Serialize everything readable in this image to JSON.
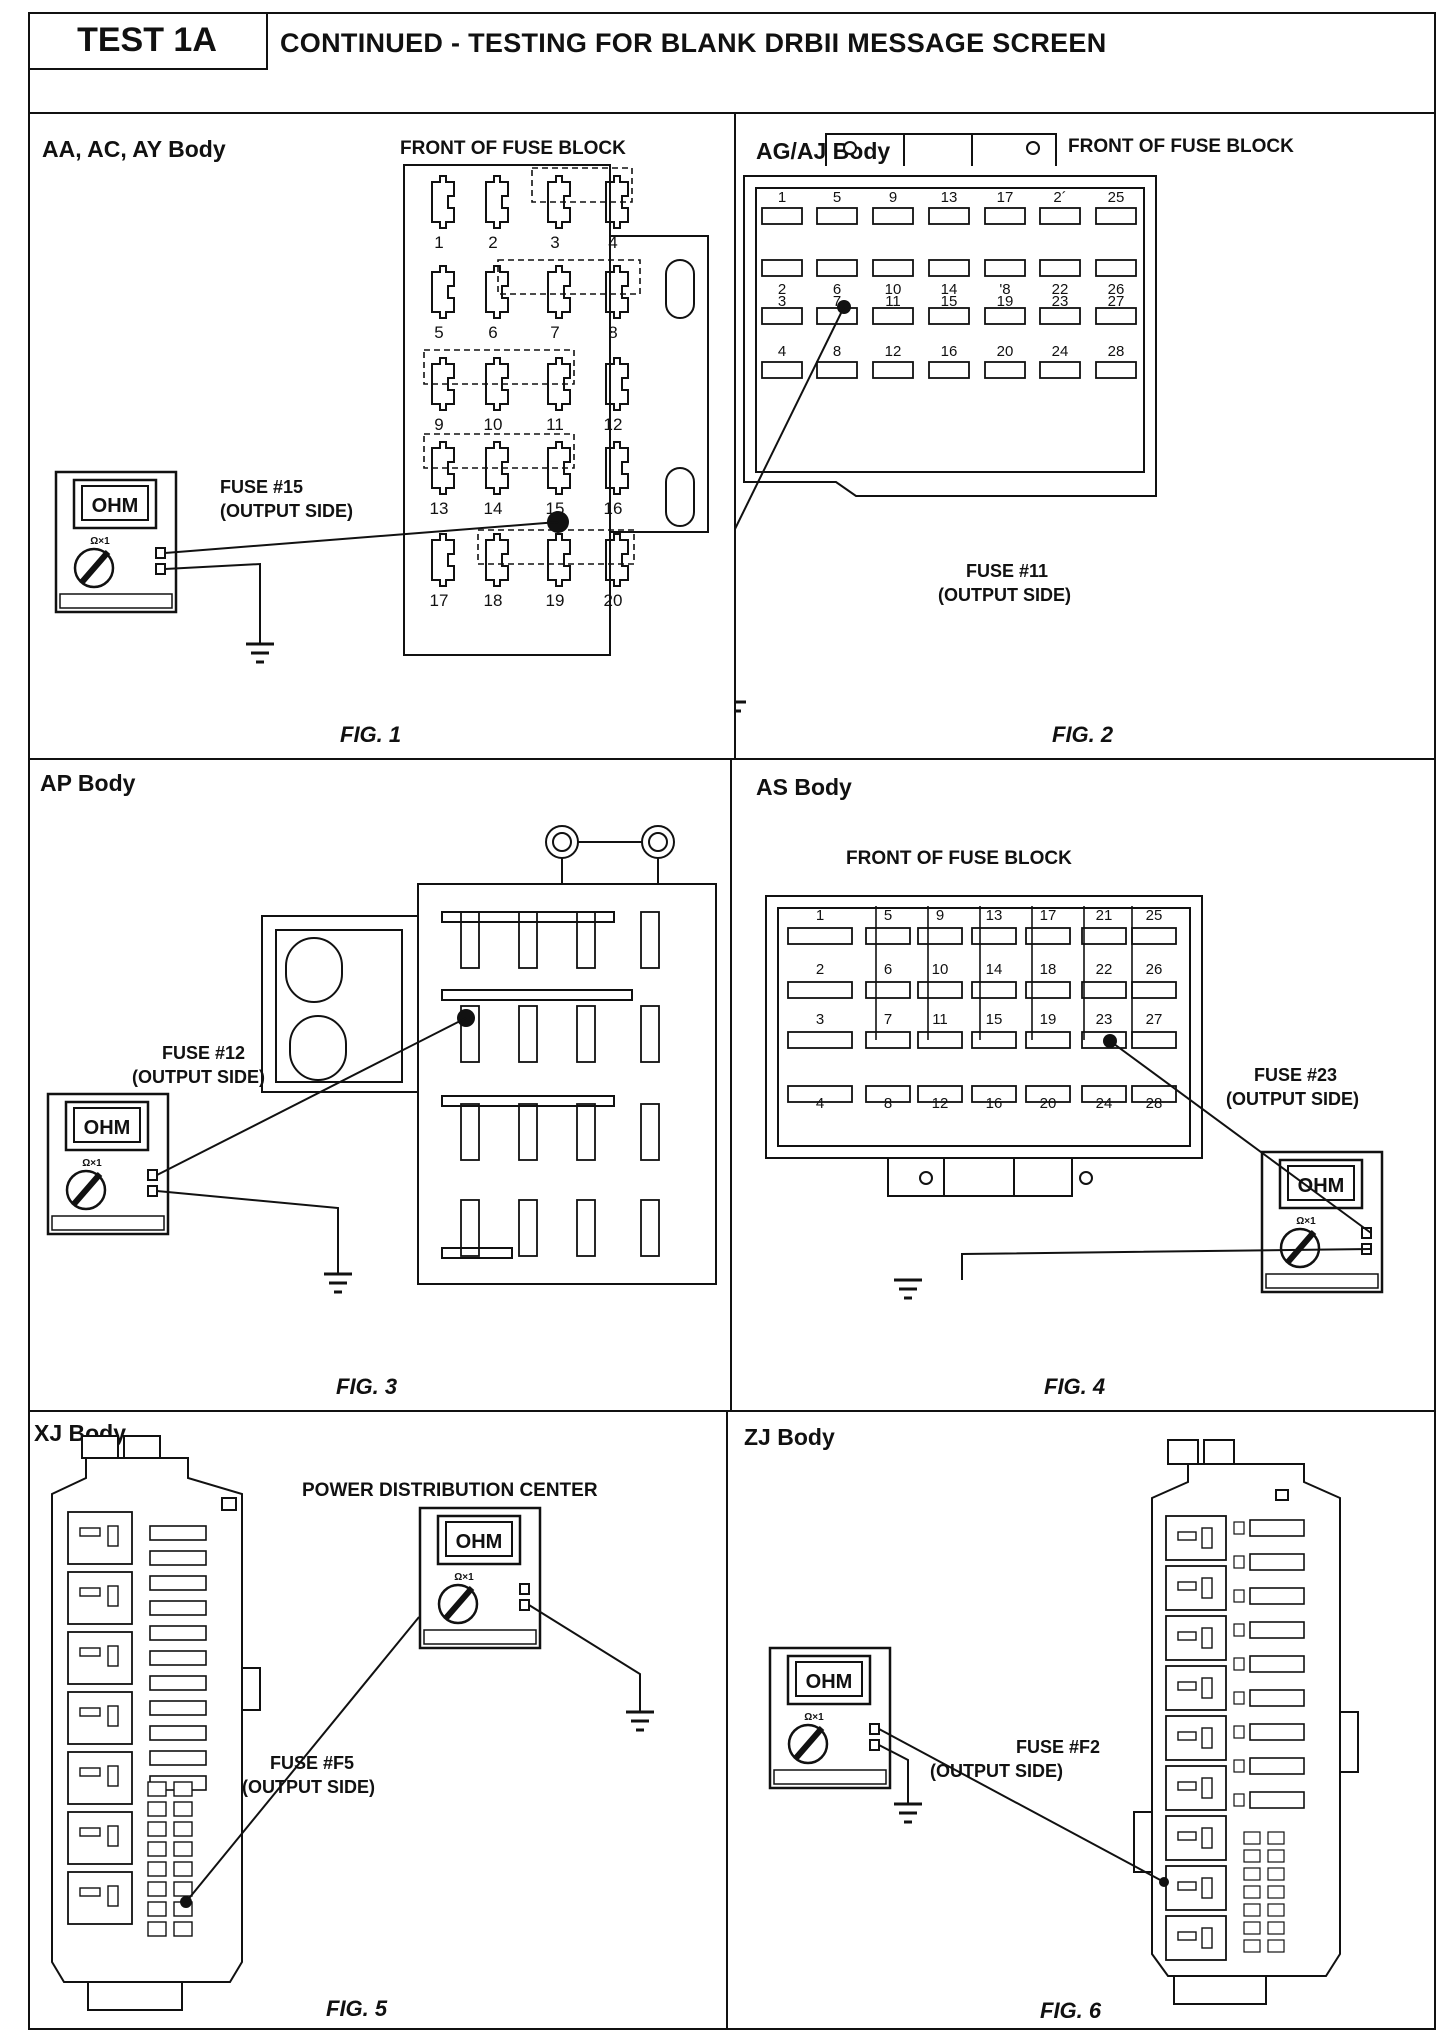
{
  "header": {
    "test_label": "TEST 1A",
    "title": "CONTINUED - TESTING FOR BLANK DRBII MESSAGE SCREEN"
  },
  "panels": [
    {
      "body": "AA, AC, AY Body",
      "fuse_block": "FRONT OF FUSE BLOCK",
      "fuse_label": "FUSE #15",
      "side_label": "(OUTPUT SIDE)",
      "figure": "FIG. 1",
      "fuse_numbers": [
        "1",
        "2",
        "3",
        "4",
        "5",
        "6",
        "7",
        "8",
        "9",
        "10",
        "11",
        "12",
        "13",
        "14",
        "15",
        "16",
        "17",
        "18",
        "19",
        "20"
      ]
    },
    {
      "body": "AG/AJ Body",
      "fuse_block": "FRONT OF FUSE BLOCK",
      "fuse_label": "FUSE #11",
      "side_label": "(OUTPUT SIDE)",
      "figure": "FIG. 2",
      "fuse_numbers": [
        "1",
        "5",
        "9",
        "13",
        "17",
        "2´",
        "25",
        "2",
        "6",
        "10",
        "14",
        "'8",
        "22",
        "26",
        "3",
        "7",
        "11",
        "15",
        "19",
        "23",
        "27",
        "4",
        "8",
        "12",
        "16",
        "20",
        "24",
        "28"
      ]
    },
    {
      "body": "AP Body",
      "fuse_label": "FUSE #12",
      "side_label": "(OUTPUT SIDE)",
      "figure": "FIG. 3"
    },
    {
      "body": "AS Body",
      "fuse_block": "FRONT OF FUSE BLOCK",
      "fuse_label": "FUSE #23",
      "side_label": "(OUTPUT SIDE)",
      "figure": "FIG. 4",
      "fuse_numbers": [
        "1",
        "5",
        "9",
        "13",
        "17",
        "21",
        "25",
        "2",
        "6",
        "10",
        "14",
        "18",
        "22",
        "26",
        "3",
        "7",
        "11",
        "15",
        "19",
        "23",
        "27",
        "4",
        "8",
        "12",
        "16",
        "20",
        "24",
        "28"
      ]
    },
    {
      "body": "XJ Body",
      "fuse_block": "POWER DISTRIBUTION CENTER",
      "fuse_label": "FUSE #F5",
      "side_label": "(OUTPUT SIDE)",
      "figure": "FIG. 5"
    },
    {
      "body": "ZJ Body",
      "fuse_label": "FUSE #F2",
      "side_label": "(OUTPUT SIDE)",
      "figure": "FIG. 6"
    }
  ],
  "meter": {
    "display": "OHM",
    "range": "Ω×1"
  }
}
